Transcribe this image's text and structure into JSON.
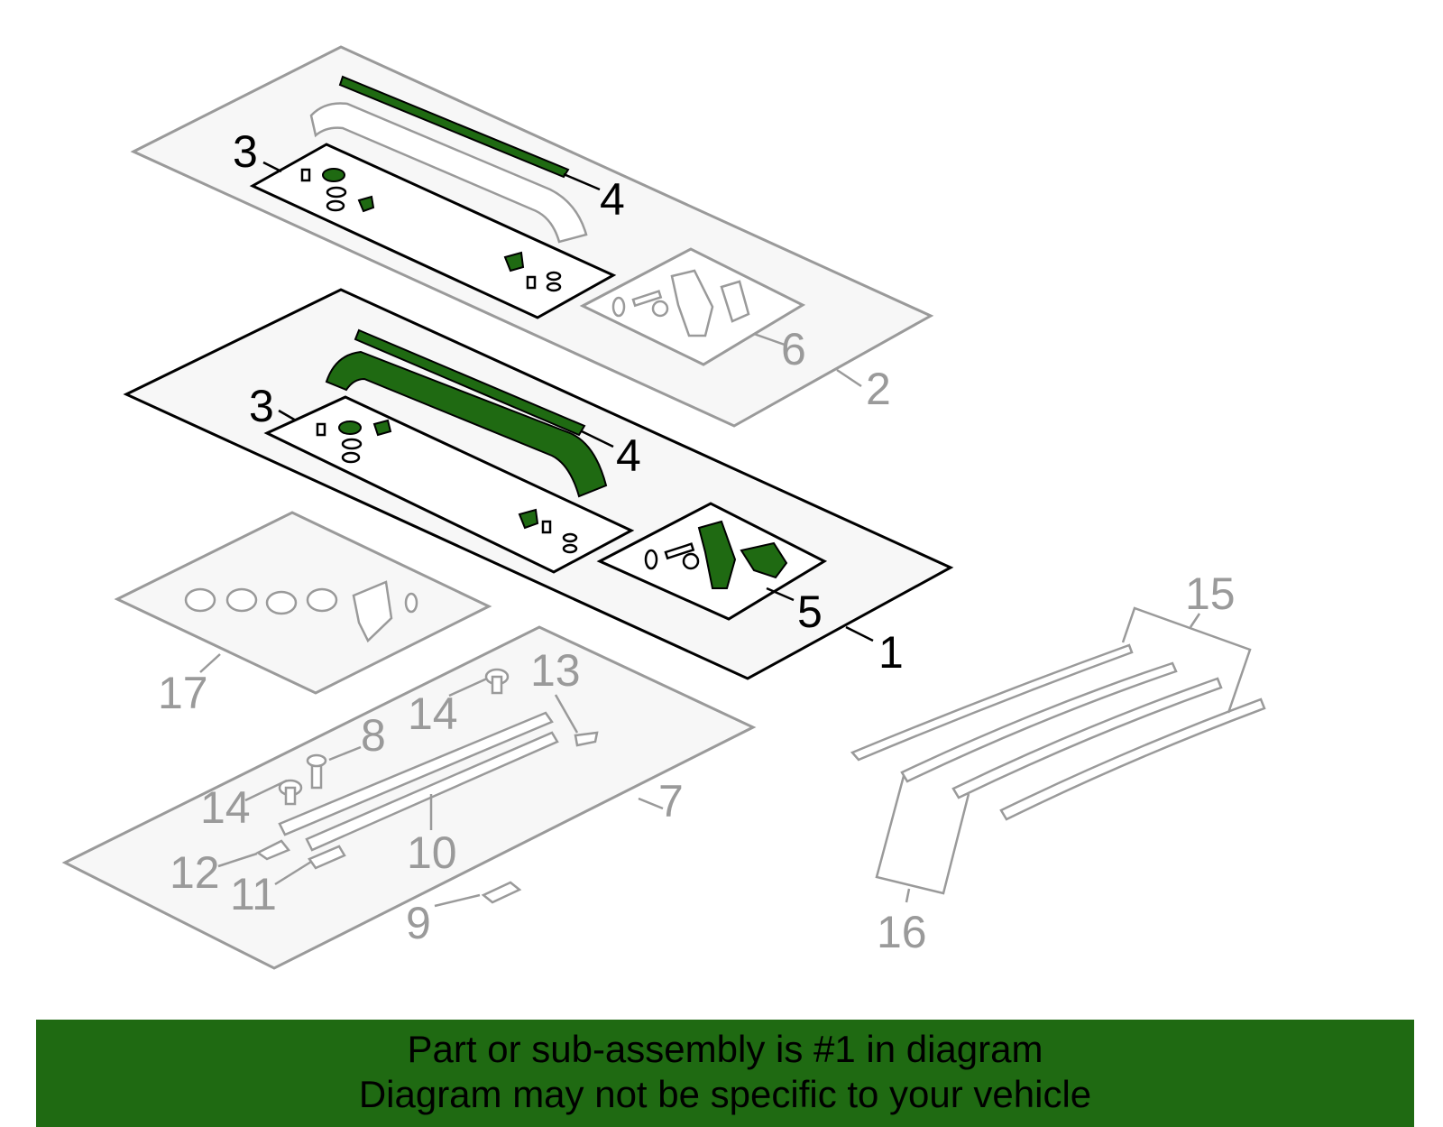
{
  "callouts": {
    "c1": "1",
    "c2": "2",
    "c3a": "3",
    "c3b": "3",
    "c4a": "4",
    "c4b": "4",
    "c5": "5",
    "c6": "6",
    "c7": "7",
    "c8": "8",
    "c9": "9",
    "c10": "10",
    "c11": "11",
    "c12": "12",
    "c13": "13",
    "c14a": "14",
    "c14b": "14",
    "c15": "15",
    "c16": "16",
    "c17": "17"
  },
  "banner": {
    "line1": "Part or sub-assembly is #1 in diagram",
    "line2": "Diagram may not be specific to your vehicle"
  },
  "colors": {
    "highlight": "#1f6a12",
    "muted": "#9a9a9a",
    "panel": "#f7f7f7"
  }
}
